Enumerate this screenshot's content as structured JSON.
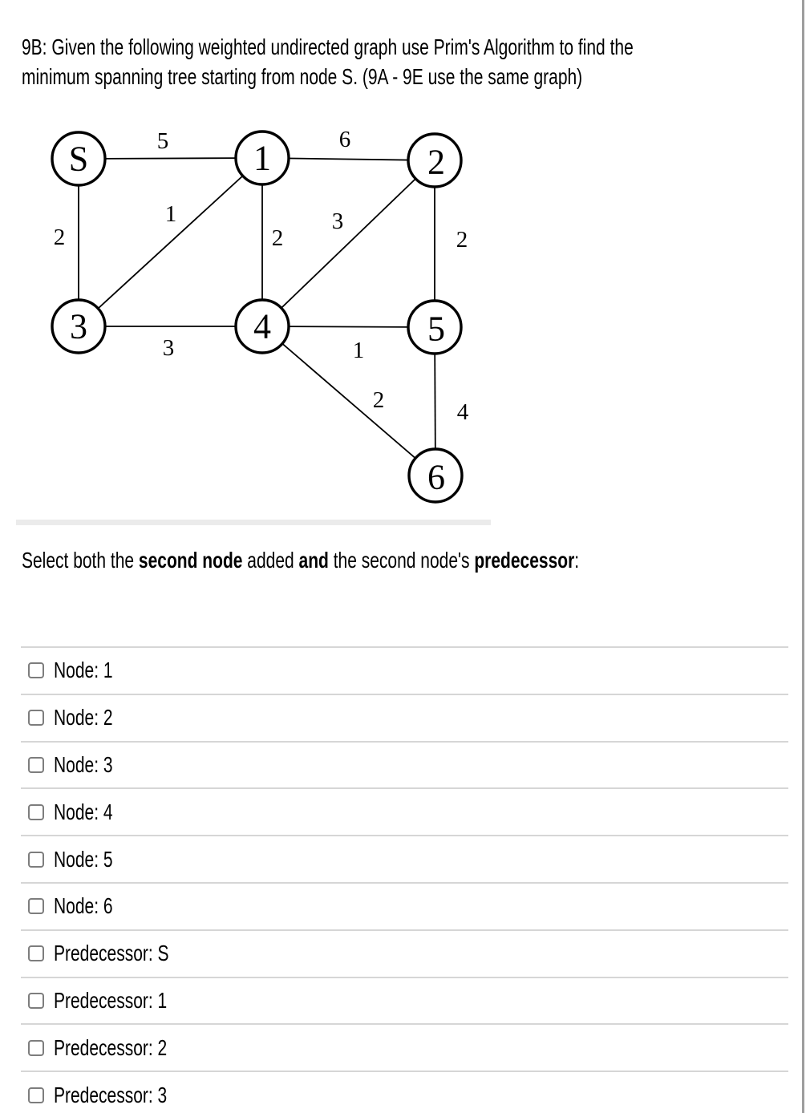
{
  "question": {
    "line1": "9B: Given the following weighted undirected graph use Prim's Algorithm to find the",
    "line2": "minimum spanning tree starting from node S. (9A - 9E use the same graph)"
  },
  "prompt": {
    "segments": [
      {
        "text": "Select both the ",
        "bold": false
      },
      {
        "text": "second node",
        "bold": true
      },
      {
        "text": " added ",
        "bold": false
      },
      {
        "text": "and",
        "bold": true
      },
      {
        "text": " the second node's ",
        "bold": false
      },
      {
        "text": "predecessor",
        "bold": true
      },
      {
        "text": ":",
        "bold": false
      }
    ]
  },
  "graph": {
    "nodes": [
      {
        "id": "S",
        "label": "S"
      },
      {
        "id": "1",
        "label": "1"
      },
      {
        "id": "2",
        "label": "2"
      },
      {
        "id": "3",
        "label": "3"
      },
      {
        "id": "4",
        "label": "4"
      },
      {
        "id": "5",
        "label": "5"
      },
      {
        "id": "6",
        "label": "6"
      }
    ],
    "edges": [
      {
        "from": "S",
        "to": "1",
        "weight": "5"
      },
      {
        "from": "1",
        "to": "2",
        "weight": "6"
      },
      {
        "from": "S",
        "to": "3",
        "weight": "2"
      },
      {
        "from": "3",
        "to": "1",
        "weight": "1"
      },
      {
        "from": "1",
        "to": "4",
        "weight": "2"
      },
      {
        "from": "4",
        "to": "2",
        "weight": "3"
      },
      {
        "from": "2",
        "to": "5",
        "weight": "2"
      },
      {
        "from": "3",
        "to": "4",
        "weight": "3"
      },
      {
        "from": "4",
        "to": "5",
        "weight": "1"
      },
      {
        "from": "4",
        "to": "6",
        "weight": "2"
      },
      {
        "from": "5",
        "to": "6",
        "weight": "4"
      }
    ]
  },
  "options": [
    {
      "label": "Node: 1"
    },
    {
      "label": "Node: 2"
    },
    {
      "label": "Node: 3"
    },
    {
      "label": "Node: 4"
    },
    {
      "label": "Node: 5"
    },
    {
      "label": "Node: 6"
    },
    {
      "label": "Predecessor: S"
    },
    {
      "label": "Predecessor: 1"
    },
    {
      "label": "Predecessor: 2"
    },
    {
      "label": "Predecessor: 3"
    }
  ],
  "colors": {
    "text": "#000000",
    "divider": "#d6d6d6",
    "checkbox_border": "#7d7d7d",
    "right_border": "#9e9e9e",
    "graph_stroke": "#000000",
    "scan_artifact": "#ebebeb"
  }
}
